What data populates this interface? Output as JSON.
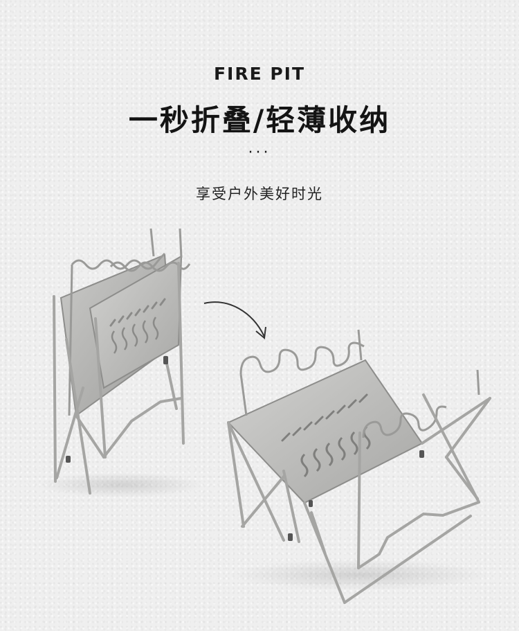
{
  "brand_label": "FIRE PIT",
  "headline": "一秒折叠/轻薄收纳",
  "dots": "···",
  "subtitle": "享受户外美好时光",
  "product": {
    "folded_image": "folded-fire-pit-image",
    "unfolded_image": "unfolded-fire-pit-image",
    "arrow": "curved-arrow-icon"
  },
  "colors": {
    "background": "#efefef",
    "steel": "#b8b8b6",
    "steel_dark": "#8d8d8b",
    "text": "#141414"
  }
}
